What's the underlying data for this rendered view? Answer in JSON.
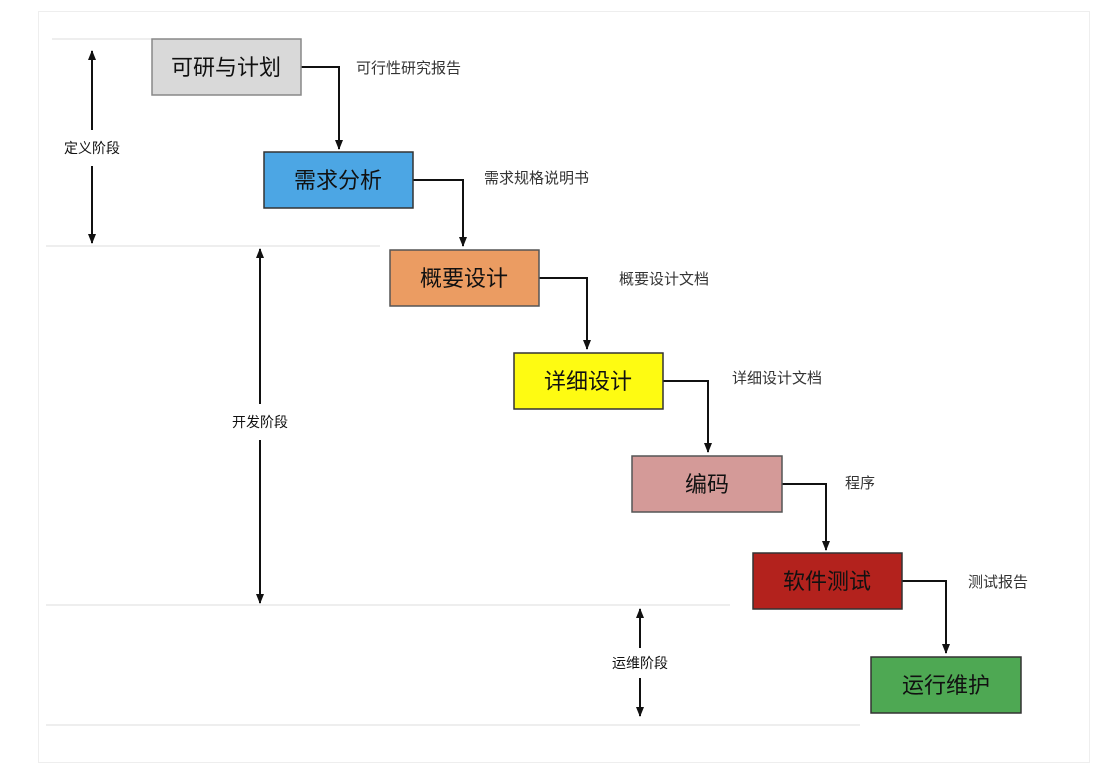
{
  "stages": [
    {
      "id": "feasibility",
      "label": "可研与计划",
      "document": "可行性研究报告",
      "color": "#d9d9d9"
    },
    {
      "id": "requirements",
      "label": "需求分析",
      "document": "需求规格说明书",
      "color": "#4ca6e4"
    },
    {
      "id": "outline-design",
      "label": "概要设计",
      "document": "概要设计文档",
      "color": "#eb9c62"
    },
    {
      "id": "detailed-design",
      "label": "详细设计",
      "document": "详细设计文档",
      "color": "#fefb12"
    },
    {
      "id": "coding",
      "label": "编码",
      "document": "程序",
      "color": "#d49a98"
    },
    {
      "id": "testing",
      "label": "软件测试",
      "document": "测试报告",
      "color": "#b3221d"
    },
    {
      "id": "maintenance",
      "label": "运行维护",
      "document": "",
      "color": "#4ea853"
    }
  ],
  "phases": [
    {
      "id": "definition",
      "label": "定义阶段"
    },
    {
      "id": "development",
      "label": "开发阶段"
    },
    {
      "id": "operation",
      "label": "运维阶段"
    }
  ]
}
